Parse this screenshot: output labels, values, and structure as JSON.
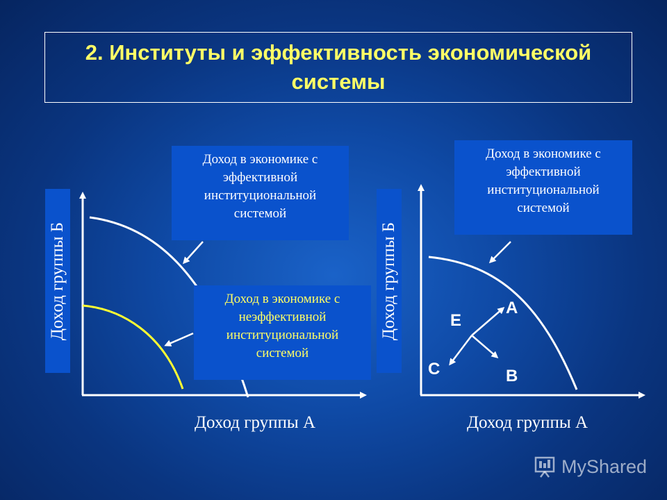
{
  "title": {
    "line1": "2. Институты и эффективность экономической",
    "line2": "системы"
  },
  "left_chart": {
    "ylabel": "Доход группы Б",
    "xlabel": "Доход группы А",
    "efficient_callout": [
      "Доход в экономике с",
      "эффективной",
      "институциональной",
      "системой"
    ],
    "inefficient_callout": [
      "Доход в экономике с",
      "неэффективной",
      "институциональной",
      "системой"
    ]
  },
  "right_chart": {
    "ylabel": "Доход группы Б",
    "xlabel": "Доход группы А",
    "efficient_callout": [
      "Доход в экономике с",
      "эффективной",
      "институциональной",
      "системой"
    ],
    "points": {
      "a": "А",
      "b": "В",
      "c": "С",
      "e": "Е"
    }
  },
  "watermark": "MyShared",
  "colors": {
    "title_text": "#ffff66",
    "callout_bg": "#0a52cc",
    "efficient_curve": "#ffffff",
    "inefficient_curve": "#ffff33",
    "axes": "#ffffff"
  }
}
